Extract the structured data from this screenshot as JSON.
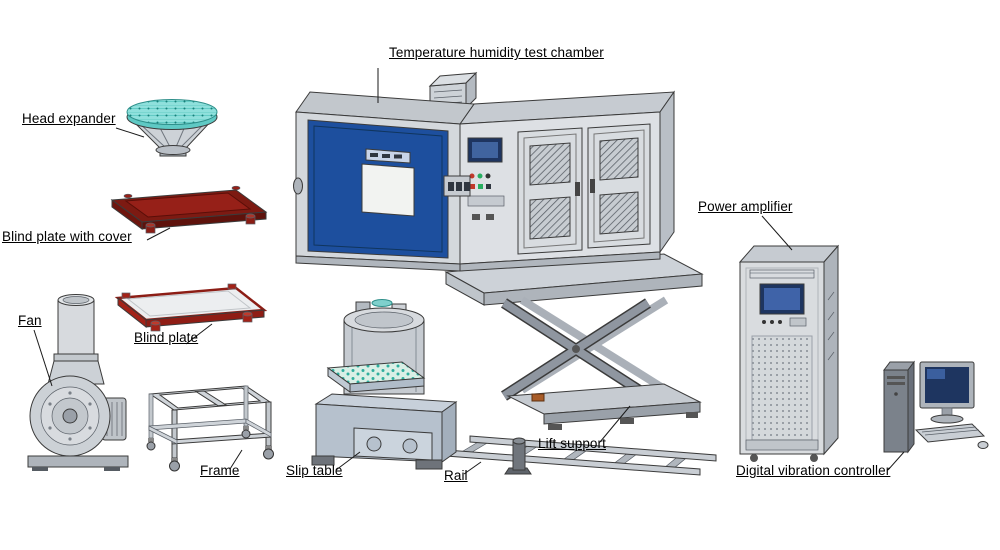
{
  "diagram": {
    "labels": {
      "temperature_humidity_test_chamber": "Temperature humidity test chamber",
      "head_expander": "Head expander",
      "blind_plate_with_cover": "Blind plate with cover",
      "fan": "Fan",
      "blind_plate": "Blind plate",
      "frame": "Frame",
      "slip_table": "Slip table",
      "rail": "Rail",
      "lift_support": "Lift support",
      "power_amplifier": "Power amplifier",
      "digital_vibration_controller": "Digital vibration controller"
    },
    "colors": {
      "background": "#ffffff",
      "outline": "#3b3b3b",
      "chamber_door_blue": "#1d4f9e",
      "teal_surface": "#8fe0dc",
      "plate_dark_red": "#7d1a12",
      "plate_red_accent": "#a32218",
      "machine_gray": "#d4d8dc",
      "machine_gray_dark": "#aeb4bb",
      "screen_blue": "#1e3560",
      "label_text": "#000000"
    }
  }
}
